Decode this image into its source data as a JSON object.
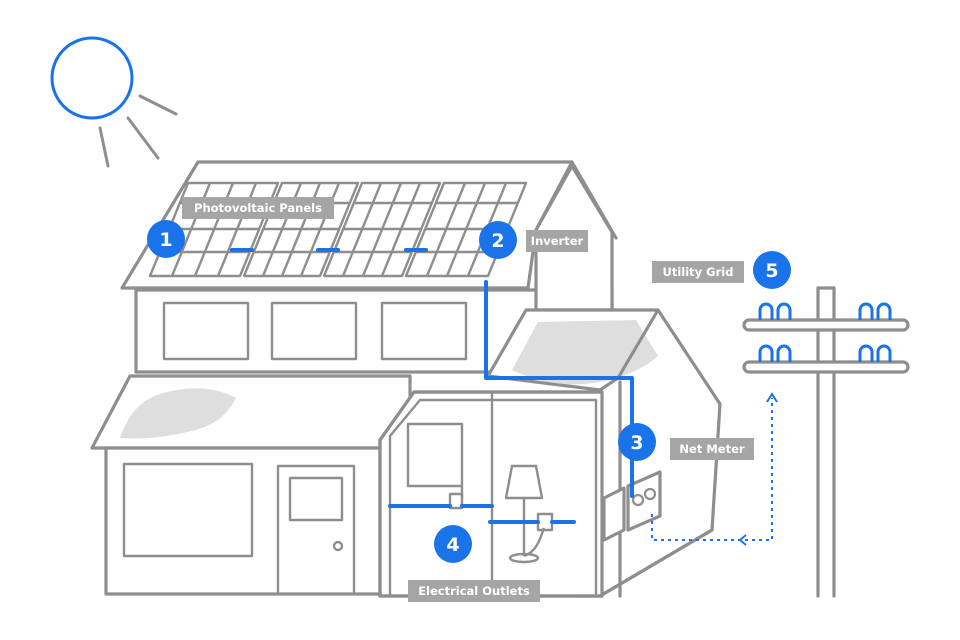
{
  "colors": {
    "accent": "#1a73e8",
    "line": "#8e8e8e",
    "label_bg": "#a5a5a5"
  },
  "components": [
    {
      "number": "1",
      "label": "Photovoltaic Panels"
    },
    {
      "number": "2",
      "label": "Inverter"
    },
    {
      "number": "3",
      "label": "Net Meter"
    },
    {
      "number": "4",
      "label": "Electrical Outlets"
    },
    {
      "number": "5",
      "label": "Utility Grid"
    }
  ]
}
